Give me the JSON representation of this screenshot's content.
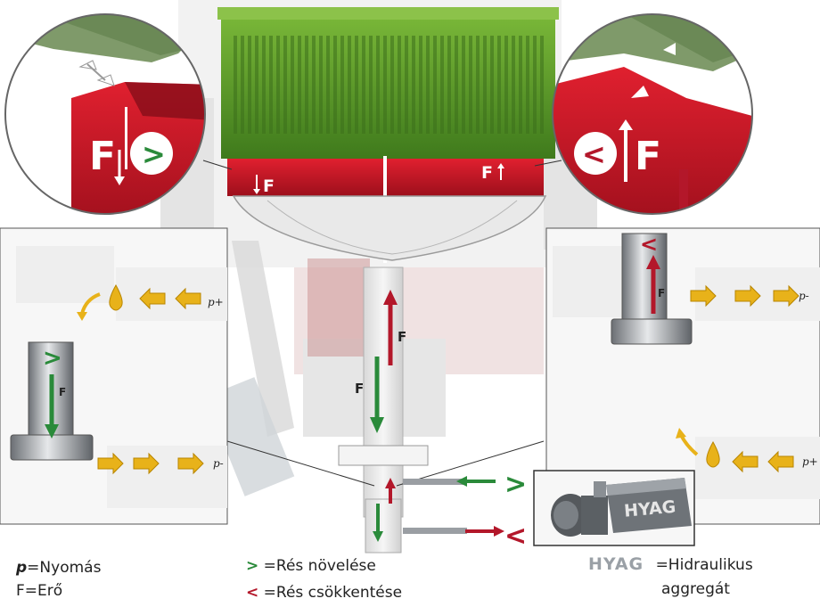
{
  "labels": {
    "force": "F",
    "increase_symbol": ">",
    "decrease_symbol": "<",
    "pressure_plus": "p+",
    "pressure_minus": "p-",
    "hyag": "HYAG"
  },
  "legend": {
    "p_symbol": "p",
    "p_text": "=Nyomás",
    "f_text": "F=Erő",
    "increase_text": "=Rés növelése",
    "decrease_text": "=Rés csökkentése",
    "hyag_text1": "=Hidraulikus",
    "hyag_text2": "aggregát"
  },
  "colors": {
    "red": "#c8102e",
    "dark_red": "#8e0f1d",
    "green": "#2a8a3a",
    "mantle_green": "#5d9b2a",
    "oil": "#e8b21a",
    "metal": "#9aa0a6"
  }
}
